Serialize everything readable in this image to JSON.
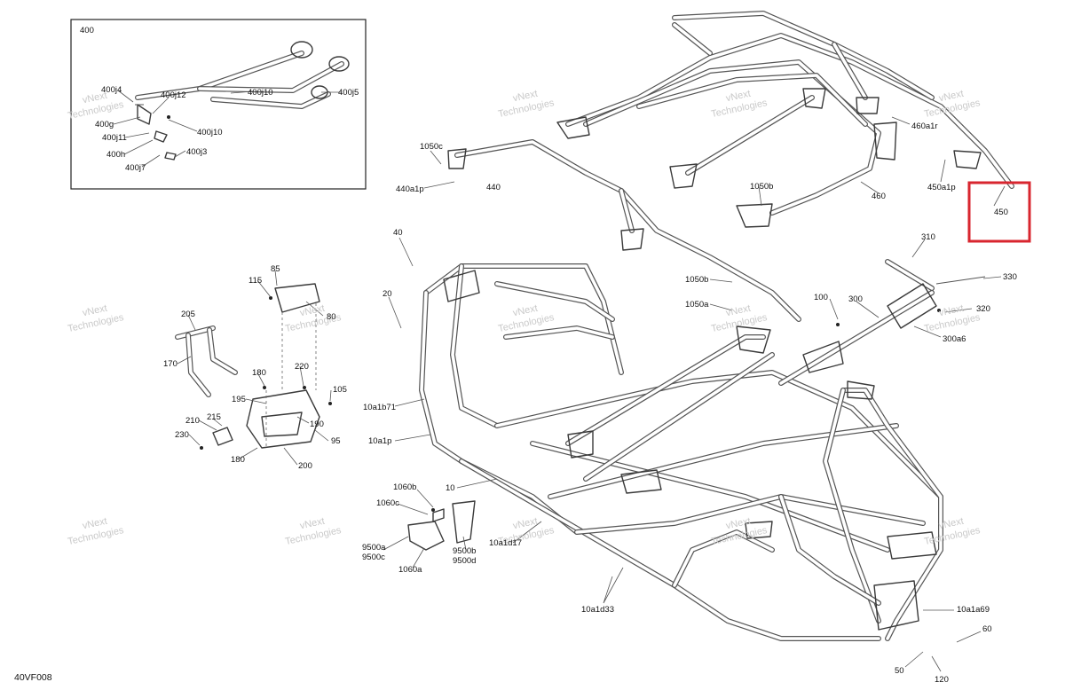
{
  "diagram": {
    "figure_code": "40VF008",
    "watermark": {
      "line1": "vNext",
      "line2": "Technologies"
    },
    "highlight_color": "#d8262f",
    "inset_labels": [
      "400",
      "400j4",
      "400j12",
      "400j10",
      "400j5",
      "400g",
      "400j11",
      "400j10",
      "400h",
      "400j7",
      "400j3"
    ],
    "roof_labels": [
      "1050c",
      "440a1p",
      "440",
      "460a1r",
      "450a1p",
      "450",
      "460",
      "1050b"
    ],
    "highlighted_label": "450",
    "frame_labels": [
      "40",
      "20",
      "1050b",
      "1050a",
      "10a1b71",
      "10a1p",
      "10",
      "10a1d17",
      "10a1d33",
      "10a1a69",
      "60",
      "50",
      "120"
    ],
    "left_labels": [
      "85",
      "115",
      "80",
      "205",
      "170",
      "180",
      "220",
      "195",
      "105",
      "210",
      "215",
      "230",
      "190",
      "95",
      "180",
      "200"
    ],
    "bumper_labels": [
      "1060b",
      "1060c",
      "9500a",
      "9500c",
      "1060a",
      "9500b",
      "9500d"
    ],
    "steering_labels": [
      "310",
      "330",
      "100",
      "300",
      "320",
      "300a6"
    ]
  }
}
